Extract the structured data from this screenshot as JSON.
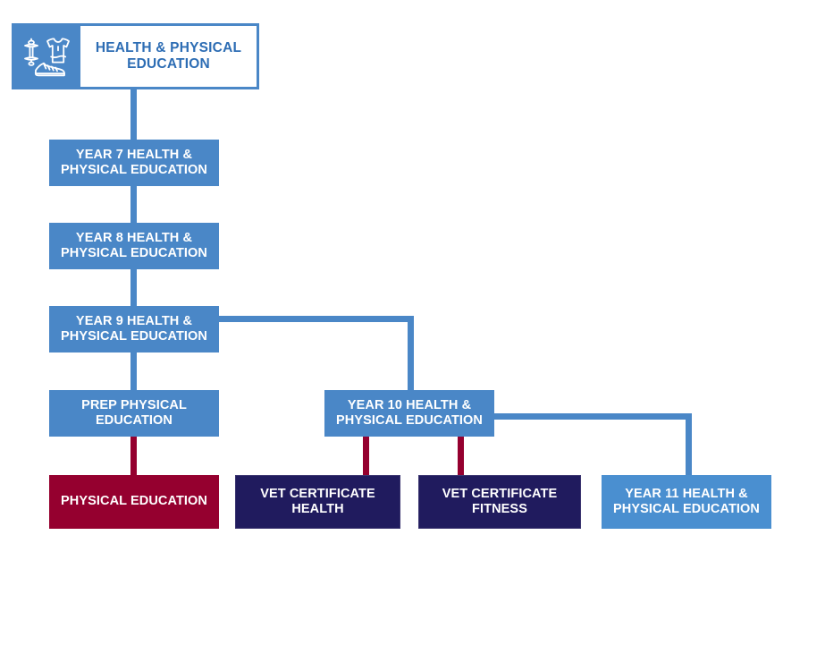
{
  "diagram": {
    "title": "Health & Physical Education subject pathway flowchart",
    "header": {
      "icon_name": "sports-equipment-icon",
      "label": "HEALTH & PHYSICAL EDUCATION"
    },
    "colors": {
      "blue": "#4a87c7",
      "light_blue": "#4a8fd0",
      "maroon": "#95002f",
      "navy": "#201b5e",
      "header_text": "#2d6db4",
      "white": "#ffffff"
    },
    "nodes": [
      {
        "id": "year7",
        "label": "YEAR 7 HEALTH & PHYSICAL EDUCATION",
        "color": "blue"
      },
      {
        "id": "year8",
        "label": "YEAR 8 HEALTH & PHYSICAL EDUCATION",
        "color": "blue"
      },
      {
        "id": "year9",
        "label": "YEAR 9 HEALTH & PHYSICAL EDUCATION",
        "color": "blue"
      },
      {
        "id": "prep",
        "label": "PREP PHYSICAL EDUCATION",
        "color": "blue"
      },
      {
        "id": "year10",
        "label": "YEAR 10 HEALTH & PHYSICAL EDUCATION",
        "color": "blue"
      },
      {
        "id": "pe",
        "label": "PHYSICAL EDUCATION",
        "color": "maroon"
      },
      {
        "id": "vethealth",
        "label": "VET CERTIFICATE HEALTH",
        "color": "navy"
      },
      {
        "id": "vetfitness",
        "label": "VET CERTIFICATE FITNESS",
        "color": "navy"
      },
      {
        "id": "year11",
        "label": "YEAR 11 HEALTH & PHYSICAL EDUCATION",
        "color": "light_blue"
      }
    ]
  }
}
